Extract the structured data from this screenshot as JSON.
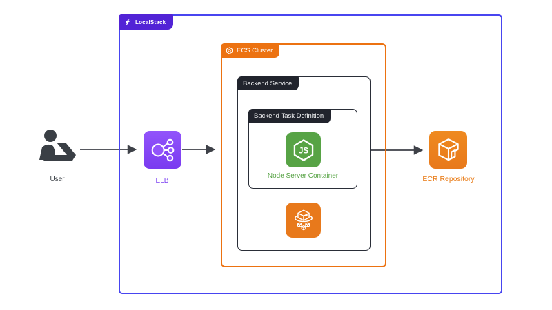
{
  "diagram": {
    "localstack": {
      "label": "LocalStack"
    },
    "ecs_cluster": {
      "label": "ECS Cluster"
    },
    "backend_service": {
      "label": "Backend Service"
    },
    "task_definition": {
      "label": "Backend Task Definition"
    },
    "nodes": {
      "user": {
        "label": "User",
        "icon": "person-at-laptop-icon"
      },
      "elb": {
        "label": "ELB",
        "icon": "load-balancer-icon"
      },
      "node_container": {
        "label": "Node Server Container",
        "icon": "nodejs-hexagon-icon",
        "icon_text": "JS"
      },
      "ecs_service": {
        "icon": "ecs-service-cube-icon"
      },
      "ecr": {
        "label": "ECR Repository",
        "icon": "ecr-repository-cube-icon"
      }
    },
    "flows": [
      {
        "from": "user",
        "to": "elb"
      },
      {
        "from": "elb",
        "to": "ecs_cluster"
      },
      {
        "from": "backend_service",
        "to": "ecr"
      }
    ]
  },
  "colors": {
    "localstack_border": "#4845F0",
    "localstack_badge": "#5223D6",
    "aws_orange": "#EC7211",
    "dark_label": "#21242D",
    "dark_border": "#2A2E38",
    "node_green": "#57A345",
    "elb_purple": "#9254FB",
    "elb_purple_dark": "#7A3BF0",
    "elb_label": "#7B3FF2",
    "ecr_orange": "#E8791B",
    "ecr_text": "#E8770F",
    "arrow": "#3E4148",
    "text_dark": "#3A3F45"
  }
}
